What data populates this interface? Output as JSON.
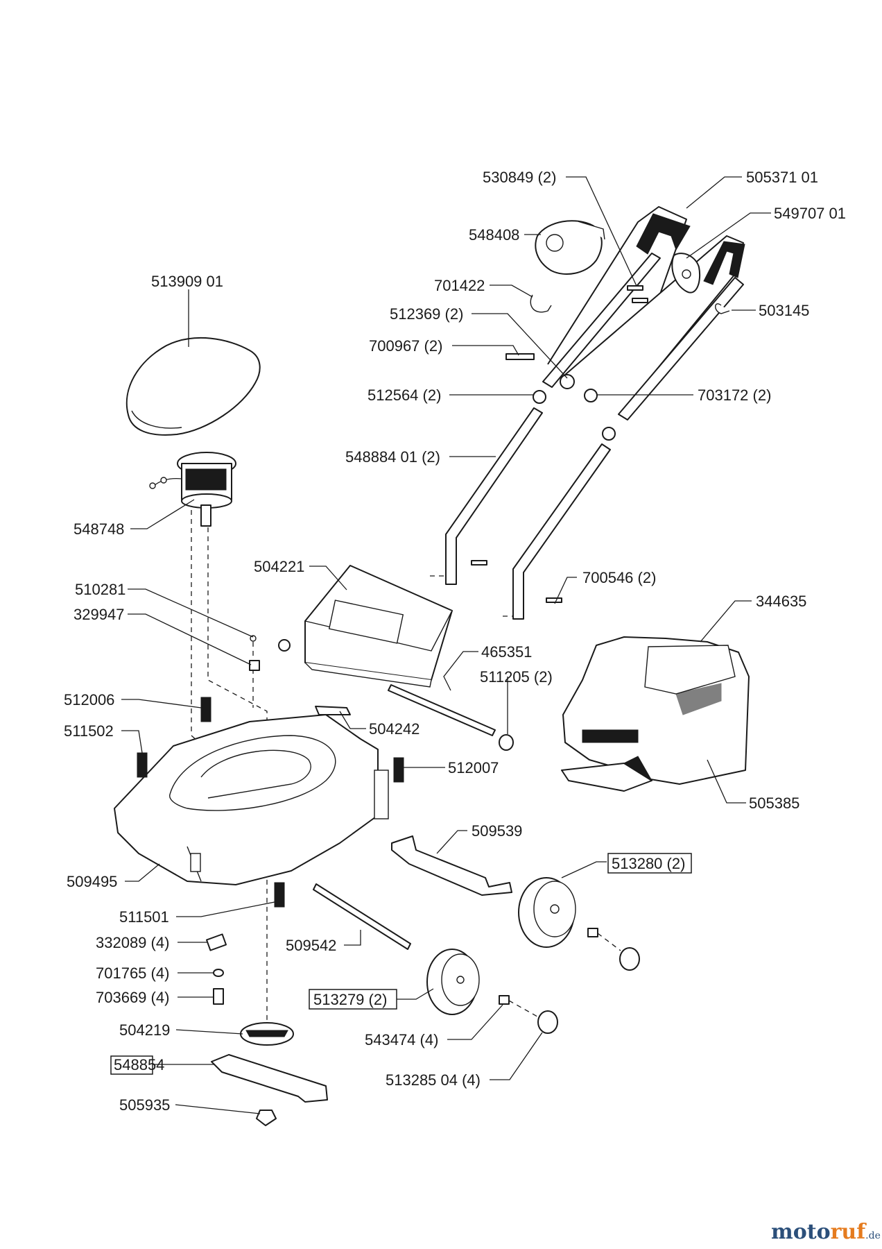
{
  "parts": {
    "p530849": "530849 (2)",
    "p505371": "505371 01",
    "p549707": "549707 01",
    "p548408": "548408",
    "p513909": "513909 01",
    "p701422": "701422",
    "p503145": "503145",
    "p512369": "512369 (2)",
    "p700967": "700967 (2)",
    "p512564": "512564 (2)",
    "p703172": "703172 (2)",
    "p548884": "548884 01 (2)",
    "p548748": "548748",
    "p504221": "504221",
    "p700546": "700546 (2)",
    "p510281": "510281",
    "p329947": "329947",
    "p344635": "344635",
    "p465351": "465351",
    "p511205": "511205 (2)",
    "p512006": "512006",
    "p511502": "511502",
    "p504242": "504242",
    "p512007": "512007",
    "p505385": "505385",
    "p509539": "509539",
    "p513280": "513280 (2)",
    "p509495": "509495",
    "p511501": "511501",
    "p332089": "332089 (4)",
    "p509542": "509542",
    "p701765": "701765 (4)",
    "p703669": "703669 (4)",
    "p513279": "513279 (2)",
    "p504219": "504219",
    "p543474": "543474 (4)",
    "p548854": "548854",
    "p513285": "513285 04 (4)",
    "p505935": "505935"
  },
  "watermark": {
    "part1": "moto",
    "part2": "ruf",
    "suffix": ".de"
  },
  "colors": {
    "ink": "#1a1a1a",
    "watermark_blue": "#2b4f7a",
    "watermark_orange": "#e57b1e"
  }
}
